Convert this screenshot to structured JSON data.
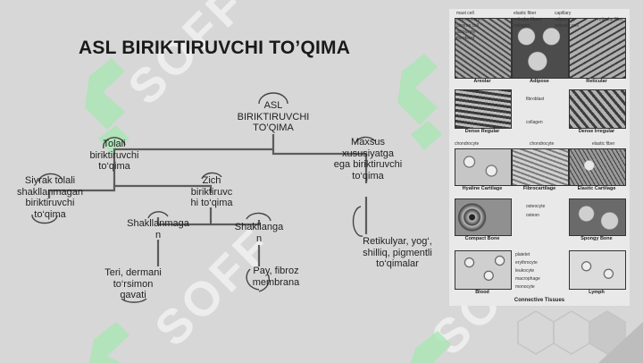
{
  "slide": {
    "title": "ASL BIRIKTIRUVCHI TO’QIMA"
  },
  "colors": {
    "background": "#d7d7d7",
    "line": "#5c5c5c",
    "text": "#1f1f1f",
    "watermark_green": "#a6e3b0"
  },
  "diagram": {
    "nodes": {
      "root": "ASL\nBIRIKTIRUVCHI\nTO’QIMA",
      "tolali": "Tolali\nbiriktiruvchi\nto‘qima",
      "maxsus": "Maxsus\nxususiyatga\nega biriktiruvchi\nto‘qima",
      "siyrak": "Siyrak tolali\nshakllanmagan\nbiriktiruvchi\nto‘qima",
      "zich": "Zich\nbiriktiruvc\nhi to‘qima",
      "shakllanmagan": "Shakllanmaga\nn",
      "shakllangan": "Shakllanga\nn",
      "teri": "Teri, dermani\nto‘rsimon\nqavati",
      "pay": "Pay, fibroz\nmembrana",
      "retikulyar": "Retikulyar, yog‘,\nshilliq, pigmentli\nto‘qimalar"
    }
  },
  "figure": {
    "tissues": [
      {
        "caption": "Areolar",
        "labels": [
          "mast cell",
          "macrophage",
          "plasma cell",
          "adipocyte",
          "fibroblast"
        ]
      },
      {
        "caption": "Adipose",
        "labels": [
          "elastic fiber",
          "reticular fibers",
          "collagen"
        ]
      },
      {
        "caption": "Reticular",
        "labels": [
          "capillary",
          "adipocyte",
          "reticular cell",
          "reticular fiber"
        ]
      },
      {
        "caption": "Dense Regular",
        "labels": [
          "fibroblast",
          "collagen"
        ]
      },
      {
        "caption": "Dense Irregular",
        "labels": []
      },
      {
        "caption": "Hyaline Cartilage",
        "labels": [
          "chondrocyte"
        ]
      },
      {
        "caption": "Fibrocartilage",
        "labels": [
          "chondrocyte"
        ]
      },
      {
        "caption": "Elastic Cartilage",
        "labels": [
          "elastic fiber"
        ]
      },
      {
        "caption": "Compact Bone",
        "labels": [
          "osteocyte",
          "osteon"
        ]
      },
      {
        "caption": "Spongy Bone",
        "labels": []
      },
      {
        "caption": "Blood",
        "labels": [
          "platelet",
          "erythrocyte",
          "leukocyte",
          "macrophage",
          "monocyte"
        ]
      },
      {
        "caption": "Lymph",
        "labels": []
      }
    ],
    "footer": "Connective Tissues"
  },
  "watermark": {
    "text": "SOFF"
  }
}
